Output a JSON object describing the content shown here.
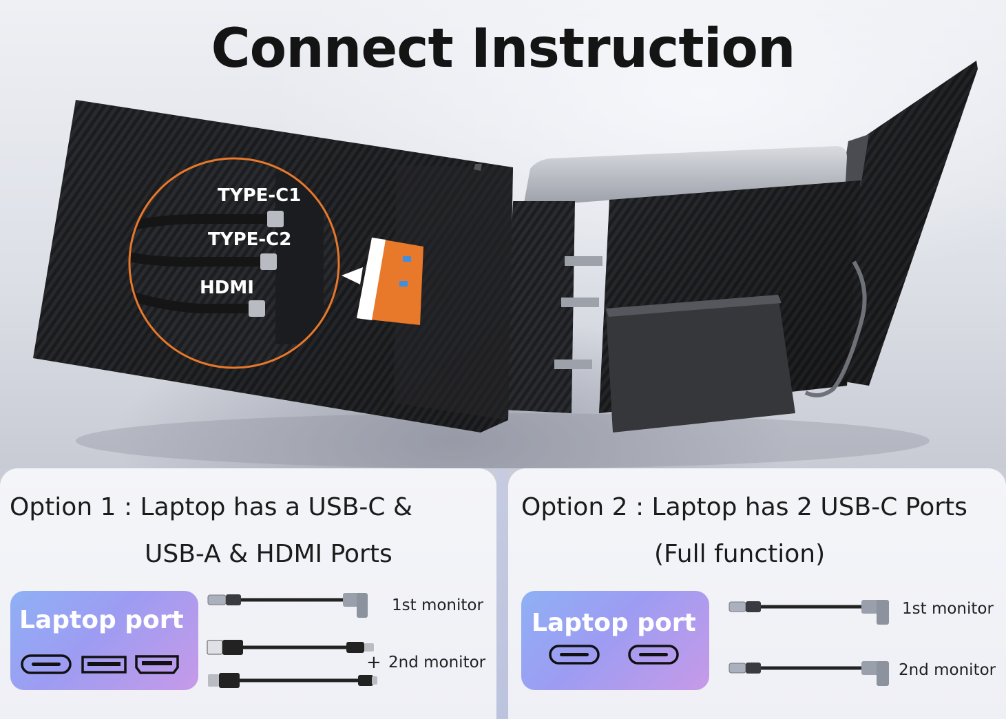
{
  "title": "Connect Instruction",
  "callout": {
    "port1": "TYPE-C1",
    "port2": "TYPE-C2",
    "port3": "HDMI"
  },
  "option1": {
    "line1": "Option 1 : Laptop has a USB-C &",
    "line2": "USB-A & HDMI Ports",
    "card_title": "Laptop port",
    "cable1_label": "1st monitor",
    "cable2_label": "2nd monitor",
    "plus": "+"
  },
  "option2": {
    "line1": "Option 2 : Laptop has 2 USB-C Ports",
    "line2": "(Full function)",
    "card_title": "Laptop port",
    "cable1_label": "1st monitor",
    "cable2_label": "2nd monitor"
  },
  "colors": {
    "accent_orange": "#e8782a",
    "card_gradient_start": "#8fb0f5",
    "card_gradient_end": "#c79ae8"
  }
}
